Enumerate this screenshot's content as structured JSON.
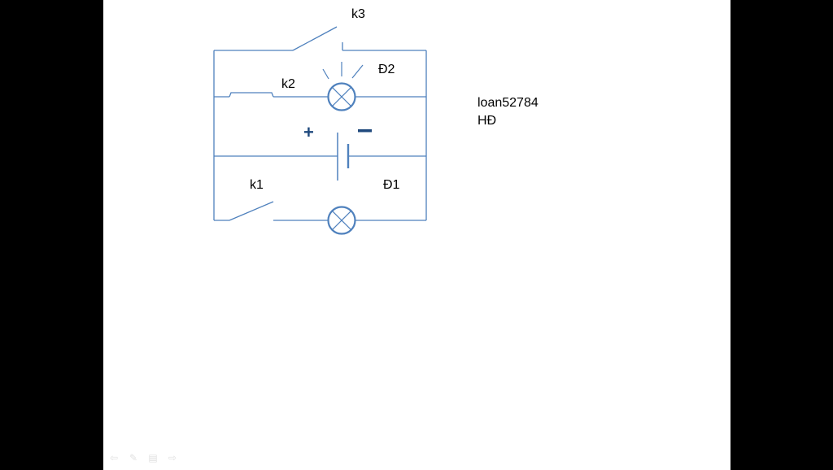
{
  "colors": {
    "wire": "#4f81bd",
    "sign": "#1f497d",
    "background": "#000000",
    "slide": "#ffffff"
  },
  "diagram": {
    "switches": {
      "k1": "k1",
      "k2": "k2",
      "k3": "k3"
    },
    "lamps": {
      "d1": "Đ1",
      "d2": "Đ2"
    },
    "battery": {
      "plus": "+",
      "minus": "−"
    }
  },
  "note": {
    "line1": "loan52784",
    "line2": "HĐ"
  },
  "controls": [
    {
      "name": "previous-slide-icon"
    },
    {
      "name": "pen-icon"
    },
    {
      "name": "slide-menu-icon"
    },
    {
      "name": "next-slide-icon"
    }
  ]
}
